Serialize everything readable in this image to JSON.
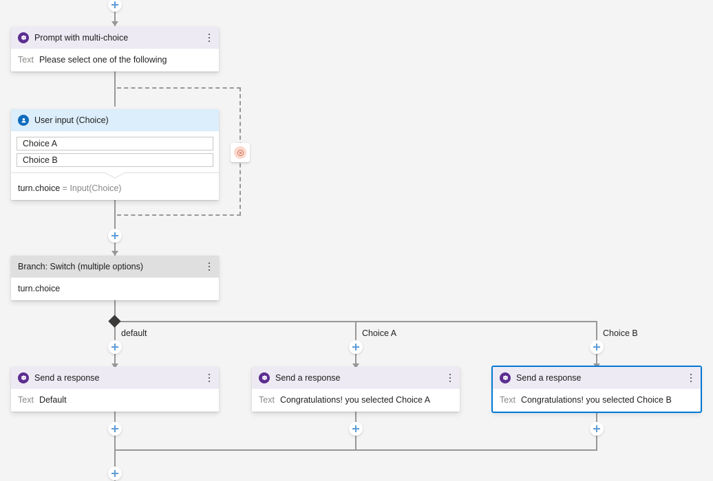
{
  "canvas": {
    "background": "#f4f4f4",
    "edge_color": "#979797",
    "accent_selected": "#0078d4",
    "plus_color": "#5b9bd5"
  },
  "nodes": {
    "prompt": {
      "title": "Prompt with multi-choice",
      "icon": "bot-icon",
      "header_color": "#eeeaf4",
      "body_label": "Text",
      "body_value": "Please select one of the following"
    },
    "user_input": {
      "title": "User input (Choice)",
      "icon": "user-icon",
      "header_color": "#dceefb",
      "choices": [
        "Choice A",
        "Choice B"
      ],
      "property": "turn.choice",
      "property_equals": "=",
      "property_value": "Input(Choice)"
    },
    "branch": {
      "title": "Branch: Switch (multiple options)",
      "header_color": "#dfdfdf",
      "condition": "turn.choice"
    },
    "response_default": {
      "title": "Send a response",
      "icon": "bot-icon",
      "header_color": "#eeeaf4",
      "body_label": "Text",
      "body_value": "Default",
      "selected": false
    },
    "response_a": {
      "title": "Send a response",
      "icon": "bot-icon",
      "header_color": "#eeeaf4",
      "body_label": "Text",
      "body_value": "Congratulations! you selected Choice A",
      "selected": false
    },
    "response_b": {
      "title": "Send a response",
      "icon": "bot-icon",
      "header_color": "#eeeaf4",
      "body_label": "Text",
      "body_value": "Congratulations! you selected Choice B",
      "selected": true
    }
  },
  "branch_labels": {
    "default": "default",
    "choice_a": "Choice A",
    "choice_b": "Choice B"
  },
  "loop_badge": {
    "icon": "cancel-circle-icon",
    "fill": "#fbd8cd"
  },
  "add_buttons": {
    "icon": "plus-icon",
    "count": 8
  }
}
